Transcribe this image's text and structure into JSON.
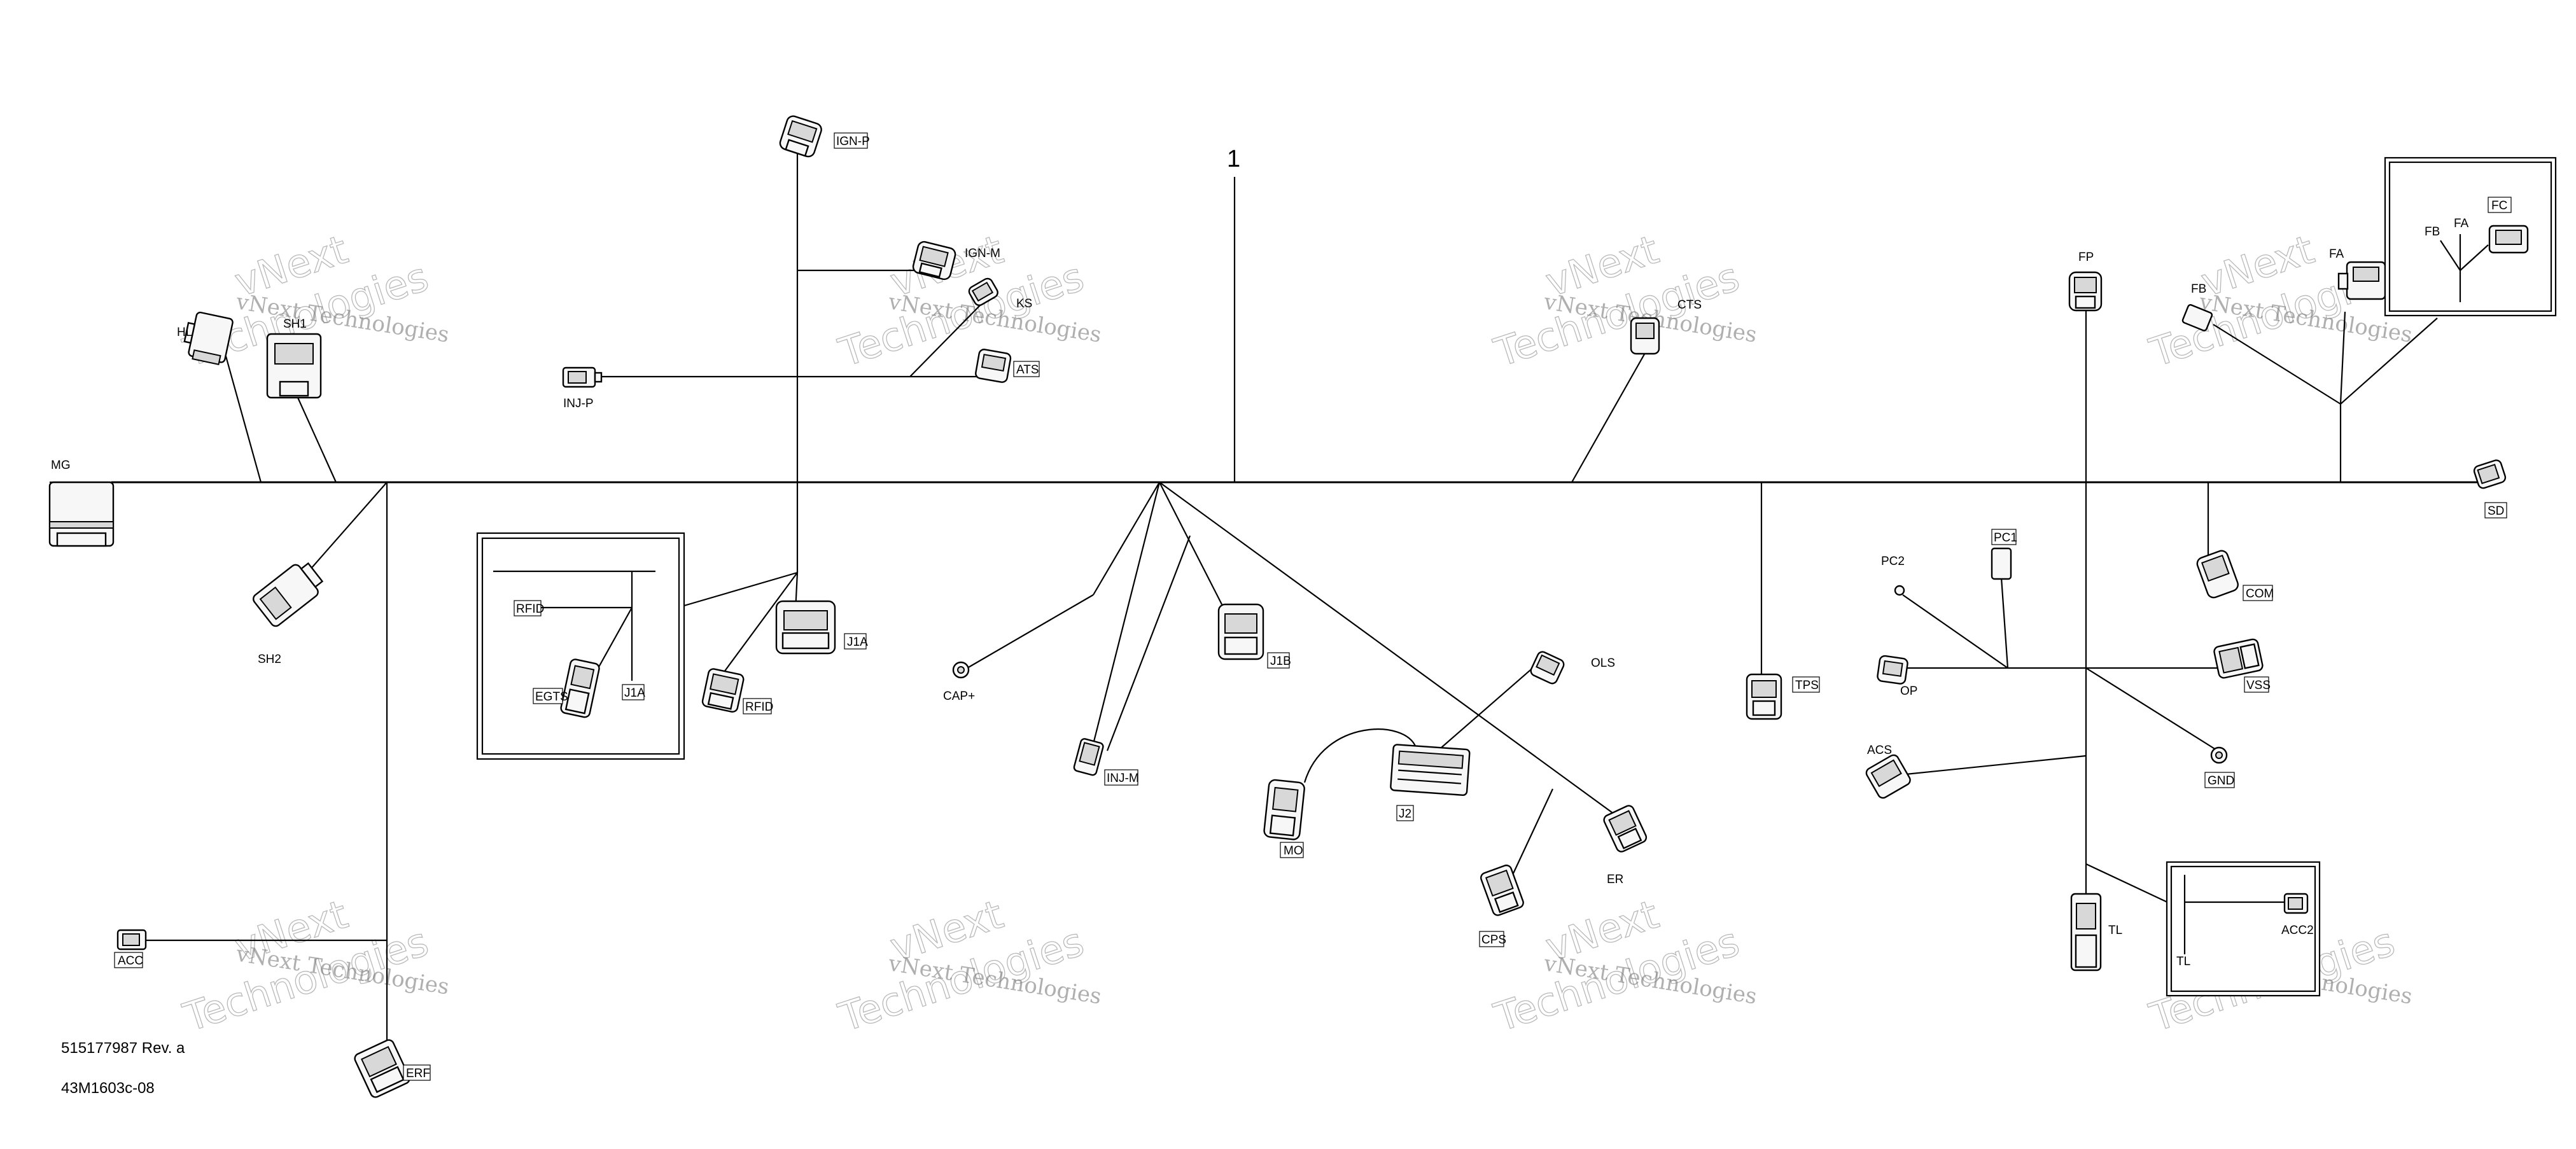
{
  "callout": "1",
  "footer": {
    "part_number": "515177987 Rev. a",
    "drawing_code": "43M1603c-08"
  },
  "watermark": {
    "line1": "vNext Technologies",
    "line2": "vNext",
    "line3": "Technologies"
  },
  "connectors": {
    "MG": "MG",
    "HL": "HL",
    "SH1": "SH1",
    "SH2": "SH2",
    "ACC": "ACC",
    "ERF": "ERF",
    "IGN_P": "IGN-P",
    "IGN_M": "IGN-M",
    "KS": "KS",
    "ATS": "ATS",
    "INJ_P": "INJ-P",
    "RFID": "RFID",
    "J1A": "J1A",
    "CAP": "CAP+",
    "INJ_M": "INJ-M",
    "J1B": "J1B",
    "MO": "MO",
    "J2": "J2",
    "OLS": "OLS",
    "CPS": "CPS",
    "ER": "ER",
    "CTS": "CTS",
    "TPS": "TPS",
    "FP": "FP",
    "PC1": "PC1",
    "PC2": "PC2",
    "OP": "OP",
    "ACS": "ACS",
    "TL": "TL",
    "COM": "COM",
    "VSS": "VSS",
    "GND": "GND",
    "FB": "FB",
    "FA": "FA",
    "FC": "FC",
    "SD": "SD",
    "ACC2": "ACC2"
  },
  "inset_left": {
    "RFID": "RFID",
    "EGTS": "EGTS",
    "J1A": "J1A"
  },
  "inset_fuse": {
    "FB": "FB",
    "FA": "FA",
    "FC": "FC"
  },
  "inset_tl": {
    "TL": "TL",
    "ACC2": "ACC2"
  }
}
